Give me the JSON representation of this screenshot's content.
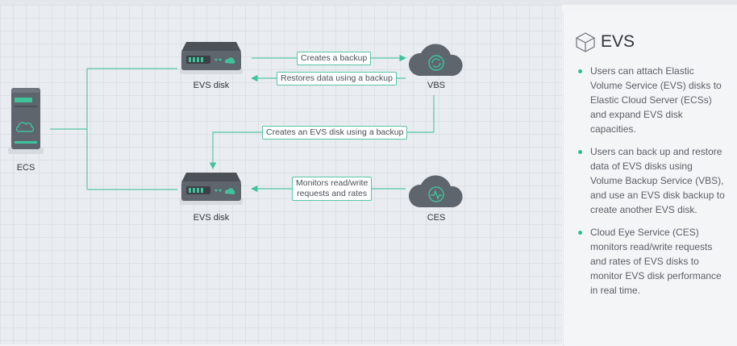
{
  "diagram": {
    "nodes": {
      "ecs": {
        "label": "ECS",
        "icon": "server-icon"
      },
      "evs_top": {
        "label": "EVS disk",
        "icon": "disk-icon"
      },
      "evs_bottom": {
        "label": "EVS disk",
        "icon": "disk-icon"
      },
      "vbs": {
        "label": "VBS",
        "icon": "cloud-backup-icon"
      },
      "ces": {
        "label": "CES",
        "icon": "cloud-monitor-icon"
      }
    },
    "edges": {
      "create_backup": "Creates a backup",
      "restore": "Restores data using a backup",
      "create_disk": "Creates an EVS disk using a backup",
      "monitor_line1": "Monitors read/write",
      "monitor_line2": "requests and rates"
    }
  },
  "panel": {
    "title": "EVS",
    "title_icon": "cube-icon",
    "bullets": [
      "Users can attach Elastic Volume Service (EVS) disks to Elastic Cloud Server (ECSs) and expand EVS disk capacities.",
      "Users can back up and restore data of EVS disks using Volume Backup Service (VBS), and use an EVS disk backup to create another EVS disk.",
      "Cloud Eye Service (CES) monitors read/write requests and rates of EVS disks to monitor EVS disk performance in real time."
    ]
  },
  "colors": {
    "accent": "#3fc39b",
    "line": "#56c7a3",
    "device": "#5f656c"
  }
}
